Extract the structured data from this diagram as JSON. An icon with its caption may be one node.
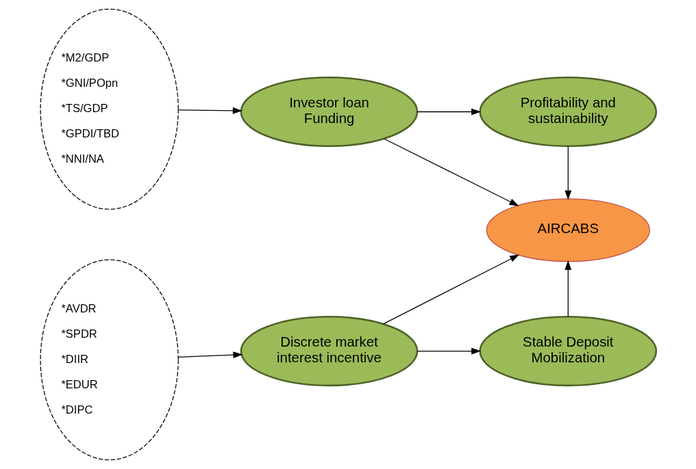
{
  "diagram": {
    "nodes": [
      {
        "text": [
          "*M2/GDP",
          "*GNI/POpn",
          "*TS/GDP",
          "*GPDI/TBD",
          "*NNI/NA"
        ]
      },
      {
        "text": [
          "Investor loan Funding"
        ]
      },
      {
        "text": [
          "Profitability and sustainability"
        ]
      },
      {
        "text": [
          "AIRCABS"
        ]
      },
      {
        "text": [
          "*AVDR",
          "*SPDR",
          "*DIIR",
          "*EDUR",
          "*DIPC"
        ]
      },
      {
        "text": [
          "Discrete market interest incentive"
        ]
      },
      {
        "text": [
          "Stable Deposit Mobilization"
        ]
      }
    ],
    "edges": [
      {
        "from": 0,
        "to": 1,
        "arrow": "to"
      },
      {
        "from": 1,
        "to": 2,
        "arrow": "to"
      },
      {
        "from": 1,
        "to": 3,
        "arrow": "to"
      },
      {
        "from": 2,
        "to": 3,
        "arrow": "to"
      },
      {
        "from": 4,
        "to": 5,
        "arrow": "to"
      },
      {
        "from": 5,
        "to": 6,
        "arrow": "to"
      },
      {
        "from": 5,
        "to": 3,
        "arrow": "to"
      },
      {
        "from": 6,
        "to": 3,
        "arrow": "to"
      }
    ]
  }
}
